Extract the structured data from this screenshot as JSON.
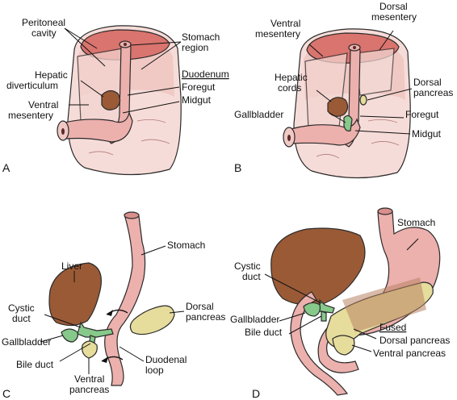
{
  "panels": {
    "a": {
      "letter": "A",
      "labels": {
        "peritoneal_1": "Peritoneal",
        "peritoneal_2": "cavity",
        "stomach_region_1": "Stomach",
        "stomach_region_2": "region",
        "hepatic_1": "Hepatic",
        "hepatic_2": "diverticulum",
        "duodenum": "Duodenum",
        "foregut": "Foregut",
        "midgut": "Midgut",
        "ventral_mes_1": "Ventral",
        "ventral_mes_2": "mesentery"
      }
    },
    "b": {
      "letter": "B",
      "labels": {
        "dorsal_mes_1": "Dorsal",
        "dorsal_mes_2": "mesentery",
        "ventral_mes_1": "Ventral",
        "ventral_mes_2": "mesentery",
        "hepatic_cords_1": "Hepatic",
        "hepatic_cords_2": "cords",
        "dorsal_pancreas_1": "Dorsal",
        "dorsal_pancreas_2": "pancreas",
        "gallbladder": "Gallbladder",
        "foregut": "Foregut",
        "midgut": "Midgut"
      }
    },
    "c": {
      "letter": "C",
      "labels": {
        "stomach": "Stomach",
        "liver": "Liver",
        "cystic_1": "Cystic",
        "cystic_2": "duct",
        "dorsal_pancreas_1": "Dorsal",
        "dorsal_pancreas_2": "pancreas",
        "gallbladder": "Gallbladder",
        "bile_duct": "Bile duct",
        "duodenal_1": "Duodenal",
        "duodenal_2": "loop",
        "ventral_pancreas_1": "Ventral",
        "ventral_pancreas_2": "pancreas"
      }
    },
    "d": {
      "letter": "D",
      "labels": {
        "stomach": "Stomach",
        "cystic_1": "Cystic",
        "cystic_2": "duct",
        "gallbladder": "Gallbladder",
        "bile_duct": "Bile duct",
        "fused": "Fused",
        "dorsal_pancreas": "Dorsal pancreas",
        "ventral_pancreas": "Ventral pancreas"
      }
    }
  },
  "colors": {
    "cylinder": "#f6dcd8",
    "cylinder_side": "#f0c9c4",
    "cavity": "#d9746e",
    "gut": "#ecb0ad",
    "gut_dark": "#d98f8c",
    "liver": "#9a5a36",
    "pancreas": "#e6dc9c",
    "duct": "#86c98a",
    "fused_overlay": "#b88463"
  }
}
